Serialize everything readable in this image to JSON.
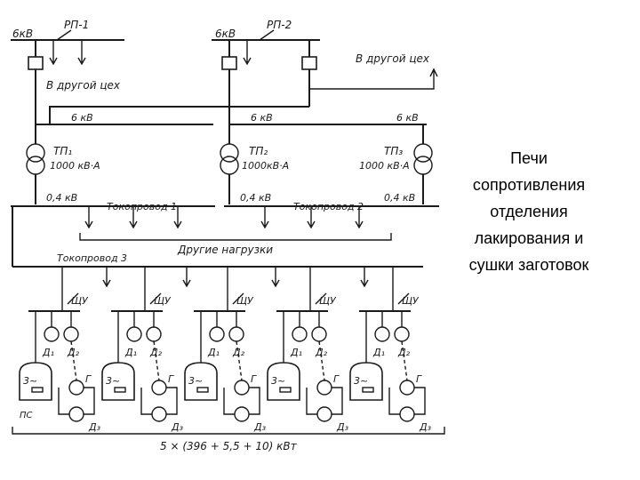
{
  "labels": {
    "kv6_tl": "6кВ",
    "rp1": "РП-1",
    "kv6_tm": "6кВ",
    "rp2": "РП-2",
    "other_shop_1": "В другой цех",
    "other_shop_2": "В другой цех",
    "kv6_b1": "6 кВ",
    "kv6_b2": "6 кВ",
    "kv6_b3": "6 кВ",
    "tp1": "ТП₁",
    "tp2": "ТП₂",
    "tp3": "ТП₃",
    "tp1_power": "1000 кВ·А",
    "tp2_power": "1000кВ·А",
    "tp3_power": "1000 кВ·А",
    "kv04_1": "0,4 кВ",
    "kv04_2": "0,4 кВ",
    "kv04_3": "0,4 кВ",
    "busway1": "Токопровод 1",
    "busway2": "Токопровод 2",
    "busway3": "Токопровод 3",
    "other_loads": "Другие нагрузки",
    "shchu": "ЩУ",
    "d1": "Д₁",
    "d2": "Д₂",
    "d3": "Д₃",
    "g": "Г",
    "motor3": "3~",
    "ps": "ПС",
    "total": "5 × (396 + 5,5 + 10) кВт"
  },
  "caption": {
    "lines": [
      "Печи",
      "сопротивления",
      "отделения",
      "лакирования и",
      "сушки заготовок"
    ]
  }
}
